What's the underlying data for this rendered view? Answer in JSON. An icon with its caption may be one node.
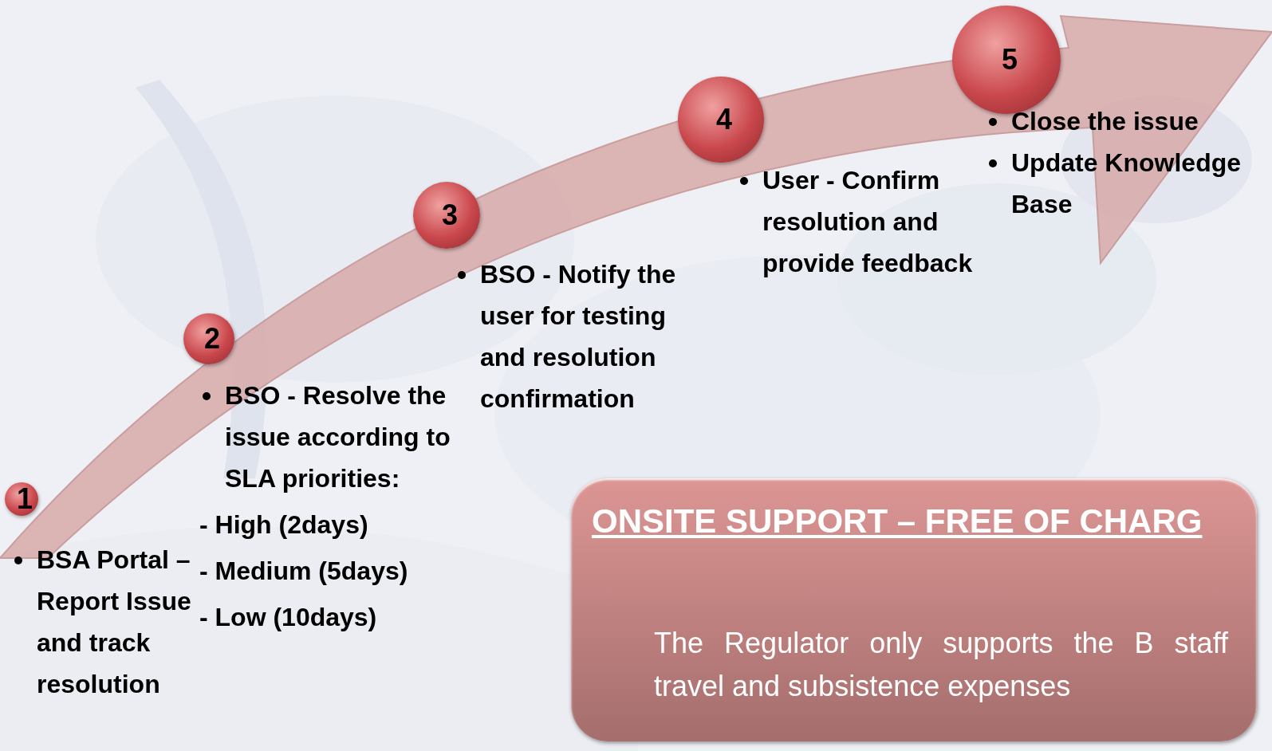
{
  "diagram": {
    "nodes": [
      {
        "text": [
          "1"
        ],
        "beside": [
          "BSA Portal – Report Issue and track resolution"
        ]
      },
      {
        "text": [
          "2"
        ],
        "beside": [
          "BSO - Resolve the issue according to SLA priorities:",
          "- High (2days)",
          "- Medium (5days)",
          "- Low (10days)"
        ]
      },
      {
        "text": [
          "3"
        ],
        "beside": [
          "BSO - Notify the user for testing and resolution confirmation"
        ]
      },
      {
        "text": [
          "4"
        ],
        "beside": [
          "User  - Confirm resolution and provide feedback"
        ]
      },
      {
        "text": [
          "5"
        ],
        "beside": [
          "Close the issue",
          "Update Knowledge Base"
        ]
      },
      {
        "text": [
          "ONSITE SUPPORT – FREE OF CHARG",
          "The Regulator only supports the B staff travel and subsistence expenses"
        ]
      }
    ]
  }
}
